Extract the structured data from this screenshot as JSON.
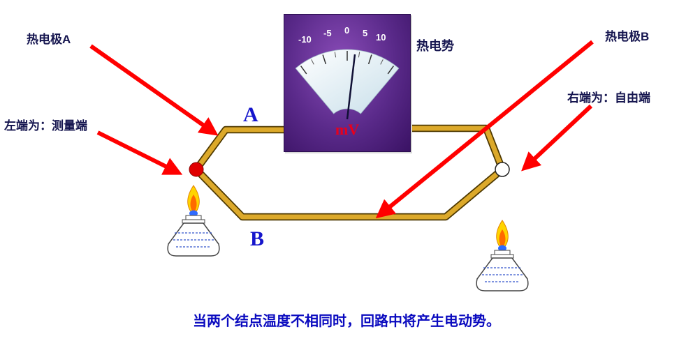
{
  "meter": {
    "unit": "mV",
    "scale": [
      "-10",
      "-5",
      "0",
      "5",
      "10"
    ]
  },
  "labels": {
    "electrode_a": "热电极A",
    "electrode_b": "热电极B",
    "emf": "热电势",
    "left_end": "左端为：测量端",
    "right_end": "右端为：自由端",
    "wire_a": "A",
    "wire_b": "B"
  },
  "caption": "当两个结点温度不相同时，回路中将产生电动势。",
  "colors": {
    "wire": "#DCA92A",
    "wire_outline": "#4D3800",
    "arrow": "#FF0000",
    "measurement_junction": "#E00000",
    "free_junction": "#FFFFFF",
    "meter_background": "#5A2A8A",
    "meter_unit_text": "#E8001C",
    "label_text": "#15154F",
    "wire_letter_text": "#1515CC",
    "caption_text": "#0A0ABF",
    "flame_outer": "#FFD400",
    "flame_inner": "#FF6A00",
    "flame_base": "#2F6BFF"
  }
}
